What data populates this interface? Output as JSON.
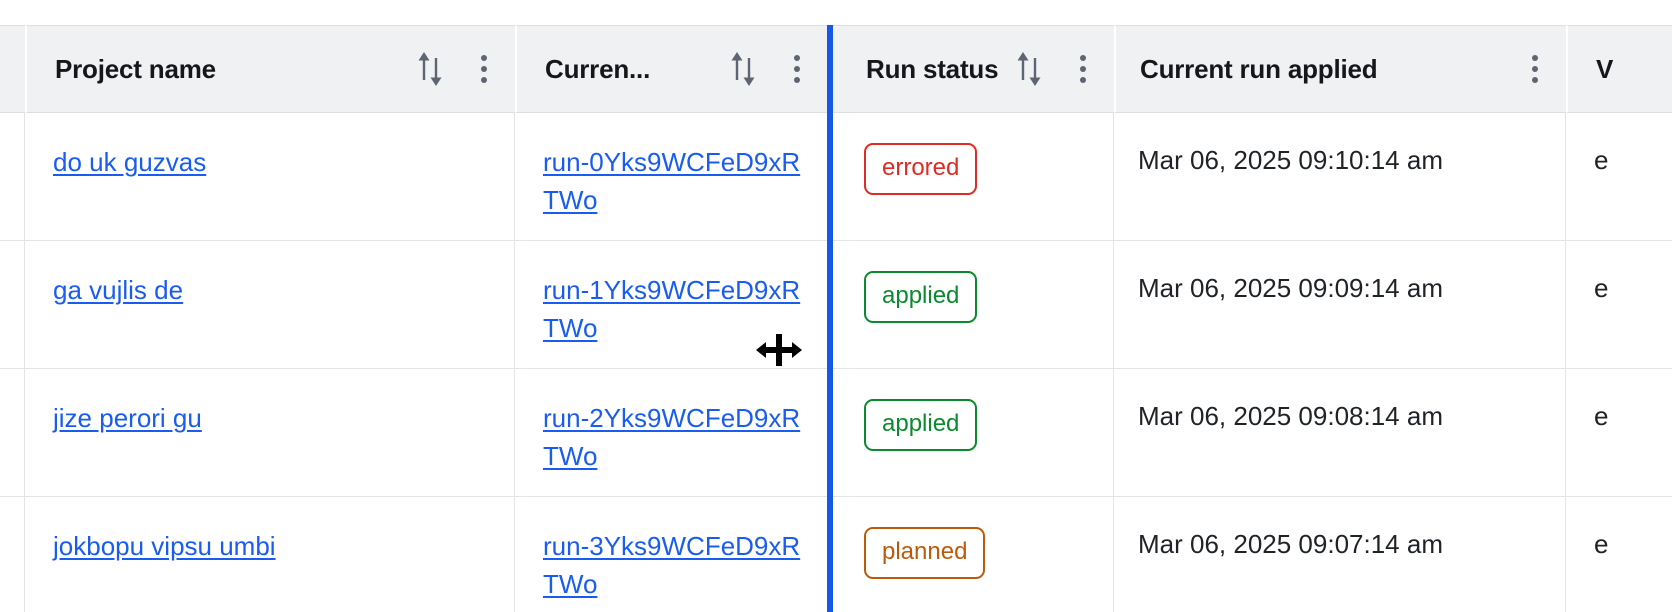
{
  "table": {
    "columns": [
      {
        "id": "gutter",
        "label": "",
        "has_sort": false,
        "has_menu": false
      },
      {
        "id": "project",
        "label": "Project name",
        "has_sort": true,
        "has_menu": true
      },
      {
        "id": "run",
        "label": "Curren...",
        "has_sort": true,
        "has_menu": true
      },
      {
        "id": "status",
        "label": "Run status",
        "has_sort": true,
        "has_menu": true
      },
      {
        "id": "applied",
        "label": "Current run applied",
        "has_sort": false,
        "has_menu": true
      },
      {
        "id": "last",
        "label": "V",
        "has_sort": false,
        "has_menu": false
      }
    ],
    "rows": [
      {
        "project": "do uk guzvas",
        "run": "run-0Yks9WCFeD9xRTWo",
        "status": "errored",
        "status_color": "#e02a24",
        "applied": "Mar 06, 2025 09:10:14 am",
        "last": "e"
      },
      {
        "project": "ga vujlis de",
        "run": "run-1Yks9WCFeD9xRTWo",
        "status": "applied",
        "status_color": "#0a8a2e",
        "applied": "Mar 06, 2025 09:09:14 am",
        "last": "e"
      },
      {
        "project": "jize perori gu",
        "run": "run-2Yks9WCFeD9xRTWo",
        "status": "applied",
        "status_color": "#0a8a2e",
        "applied": "Mar 06, 2025 09:08:14 am",
        "last": "e"
      },
      {
        "project": "jokbopu vipsu umbi",
        "run": "run-3Yks9WCFeD9xRTWo",
        "status": "planned",
        "status_color": "#bd5a09",
        "applied": "Mar 06, 2025 09:07:14 am",
        "last": "e"
      }
    ]
  },
  "interaction": {
    "resize_line_color": "#1558e8",
    "cursor": "column-resize-cursor"
  },
  "theme": {
    "link_color": "#1a5cf0",
    "header_bg": "#f0f1f3",
    "text_color": "#1f2328",
    "border_color": "#e3e4e8"
  }
}
